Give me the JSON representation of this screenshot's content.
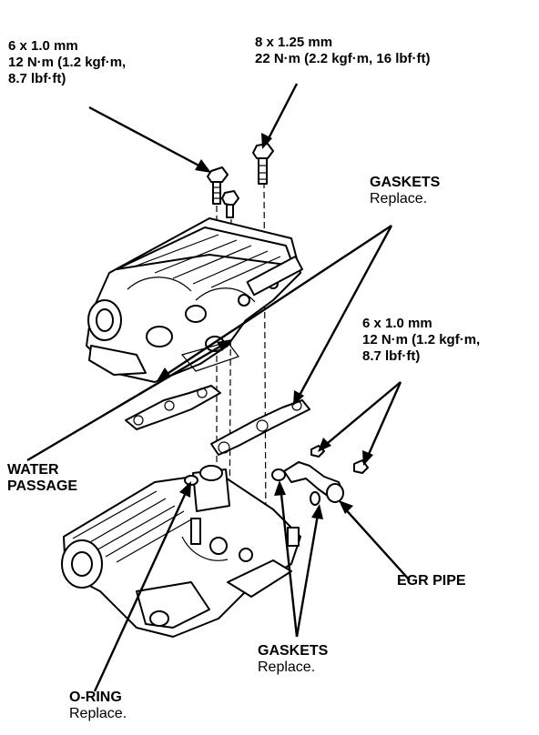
{
  "callouts": {
    "bolt_top_left": {
      "line1": "6 x 1.0 mm",
      "line2": "12 N·m (1.2 kgf·m,",
      "line3": "8.7 lbf·ft)"
    },
    "bolt_top_right": {
      "line1": "8 x 1.25 mm",
      "line2": "22 N·m (2.2 kgf·m, 16 lbf·ft)"
    },
    "gaskets_upper": {
      "title": "GASKETS",
      "note": "Replace."
    },
    "bolt_right": {
      "line1": "6 x 1.0 mm",
      "line2": "12 N·m (1.2 kgf·m,",
      "line3": "8.7 lbf·ft)"
    },
    "water_passage": {
      "line1": "WATER",
      "line2": "PASSAGE"
    },
    "egr_pipe": {
      "title": "EGR PIPE"
    },
    "gaskets_lower": {
      "title": "GASKETS",
      "note": "Replace."
    },
    "o_ring": {
      "title": "O-RING",
      "note": "Replace."
    }
  }
}
